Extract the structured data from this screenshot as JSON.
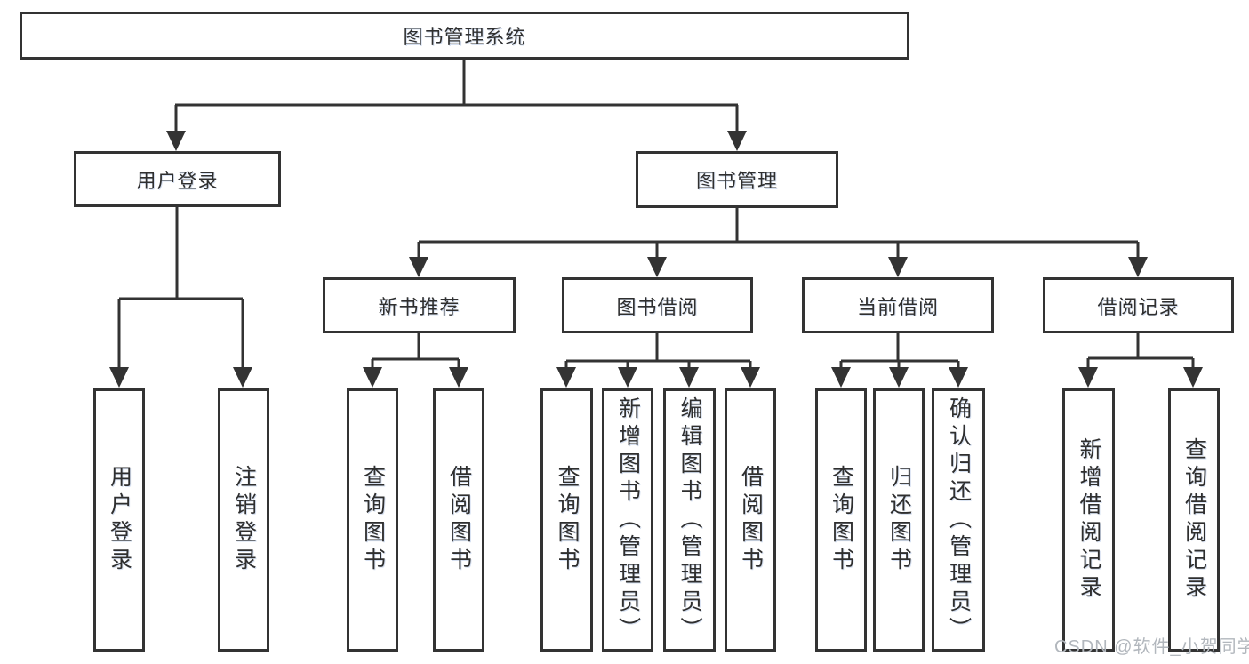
{
  "diagram": {
    "root": {
      "label": "图书管理系统"
    },
    "branches": {
      "user_login": {
        "label": "用户登录"
      },
      "book_management": {
        "label": "图书管理"
      }
    },
    "sections": {
      "new_book_recommend": {
        "label": "新书推荐"
      },
      "book_borrowing": {
        "label": "图书借阅"
      },
      "current_borrowing": {
        "label": "当前借阅"
      },
      "borrowing_records": {
        "label": "借阅记录"
      }
    },
    "leaves": {
      "user_login": "用户登录",
      "logout_login": "注销登录",
      "nbr_query_books": "查询图书",
      "nbr_borrow_books": "借阅图书",
      "bb_query_books": "查询图书",
      "bb_add_books_admin": "新增图书（管理员）",
      "bb_edit_books_admin": "编辑图书（管理员）",
      "bb_borrow_books": "借阅图书",
      "cb_query_books": "查询图书",
      "cb_return_books": "归还图书",
      "cb_confirm_return_admin": "确认归还（管理员）",
      "br_add_record": "新增借阅记录",
      "br_query_record": "查询借阅记录"
    },
    "watermark": "CSDN @软件_小贺同学",
    "colors": {
      "line": "#333333",
      "text": "#2f2f2f",
      "watermark": "#b2b7bd",
      "background": "#ffffff"
    }
  }
}
